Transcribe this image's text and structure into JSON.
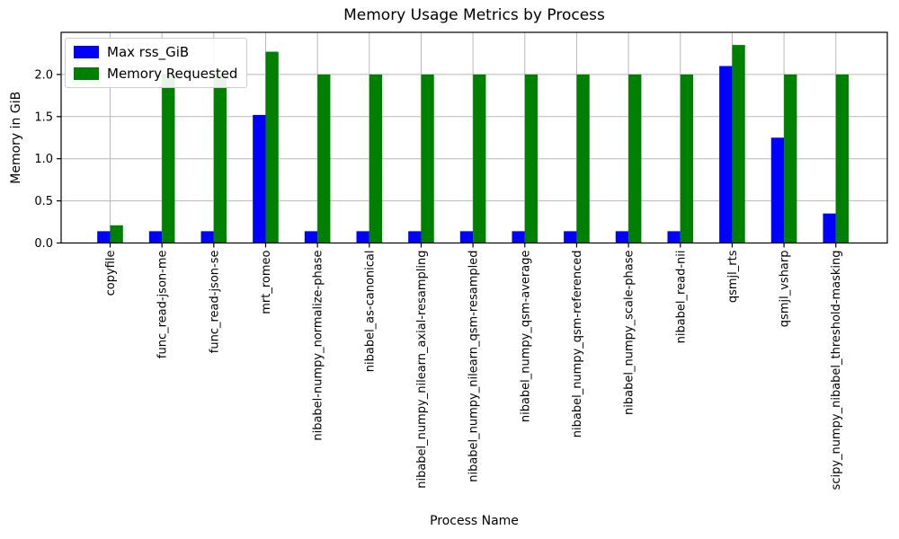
{
  "chart_data": {
    "type": "bar",
    "title": "Memory Usage Metrics by Process",
    "xlabel": "Process Name",
    "ylabel": "Memory in GiB",
    "ylim": [
      0,
      2.5
    ],
    "yticks": [
      0.0,
      0.5,
      1.0,
      1.5,
      2.0
    ],
    "ytick_labels": [
      "0.0",
      "0.5",
      "1.0",
      "1.5",
      "2.0"
    ],
    "grid": true,
    "legend_position": "upper left",
    "x_tick_rotation_deg": 90,
    "categories": [
      "copyfile",
      "func_read-json-me",
      "func_read-json-se",
      "mrt_romeo",
      "nibabel-numpy_normalize-phase",
      "nibabel_as-canonical",
      "nibabel_numpy_nilearn_axial-resampling",
      "nibabel_numpy_nilearn_qsm-resampled",
      "nibabel_numpy_qsm-average",
      "nibabel_numpy_qsm-referenced",
      "nibabel_numpy_scale-phase",
      "nibabel_read-nii",
      "qsmjl_rts",
      "qsmjl_vsharp",
      "scipy_numpy_nibabel_threshold-masking"
    ],
    "series": [
      {
        "name": "Max rss_GiB",
        "color": "#0000ff",
        "values": [
          0.14,
          0.14,
          0.14,
          1.52,
          0.14,
          0.14,
          0.14,
          0.14,
          0.14,
          0.14,
          0.14,
          0.14,
          2.1,
          1.25,
          0.35
        ]
      },
      {
        "name": "Memory Requested",
        "color": "#008000",
        "values": [
          0.21,
          2.0,
          2.0,
          2.27,
          2.0,
          2.0,
          2.0,
          2.0,
          2.0,
          2.0,
          2.0,
          2.0,
          2.35,
          2.0,
          2.0
        ]
      }
    ],
    "grid_color": "#b8b8b8",
    "spine_color": "#000000"
  }
}
